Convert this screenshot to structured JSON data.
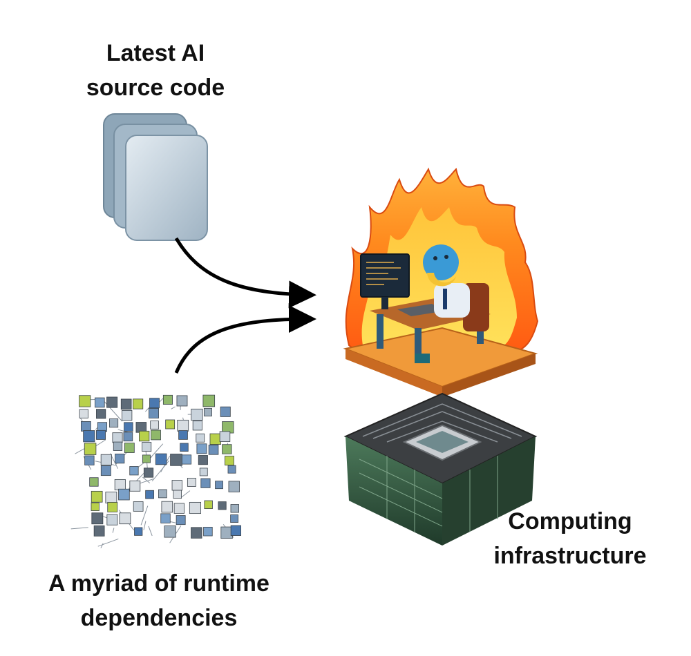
{
  "labels": {
    "source_code": {
      "line1": "Latest AI",
      "line2": "source code"
    },
    "dependencies": {
      "line1": "A myriad of runtime",
      "line2": "dependencies"
    },
    "infrastructure": {
      "line1": "Computing",
      "line2": "infrastructure"
    }
  },
  "icons": [
    "stacked-cards-icon",
    "burning-desk-icon",
    "python-logo-icon",
    "dependency-cubes-icon",
    "computer-chip-icon",
    "arrow-icon"
  ],
  "colors": {
    "flame_outer": "#ff7a1a",
    "flame_inner": "#ffd23a",
    "card": "#b9c9d6",
    "chip_green": "#3f6a4f",
    "arrow": "#000000"
  }
}
